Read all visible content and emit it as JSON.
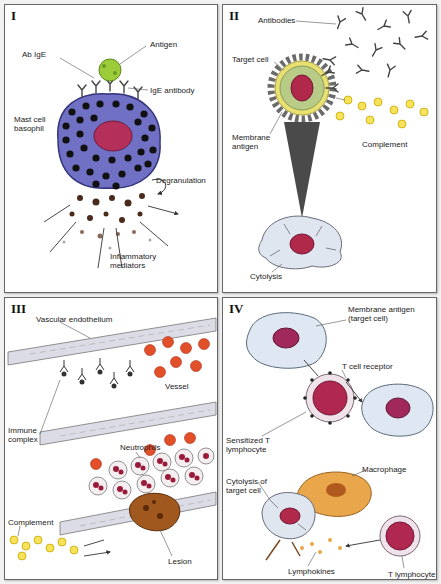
{
  "diagram": {
    "nodes": [
      {
        "text": [
          "I"
        ]
      },
      {
        "text": [
          "II"
        ]
      },
      {
        "text": [
          "III"
        ]
      },
      {
        "text": [
          "IV"
        ]
      }
    ],
    "labels": [
      "Ab IgE",
      "Antigen",
      "IgE antibody",
      "Mast cell basophil",
      "Degranulation",
      "Inflammatory mediators",
      "Antibodies",
      "Target cell",
      "Membrane antigen",
      "Complement",
      "Cytolysis",
      "Vascular endothelium",
      "Vessel",
      "Immune complex",
      "Neutrophils",
      "Complement",
      "Lesion",
      "Membrane antigen (target cell)",
      "T cell receptor",
      "Sensitized T lymphocyte",
      "Macrophage",
      "Cytolysis of target cell",
      "Lymphokines",
      "T lymphocyte"
    ]
  }
}
